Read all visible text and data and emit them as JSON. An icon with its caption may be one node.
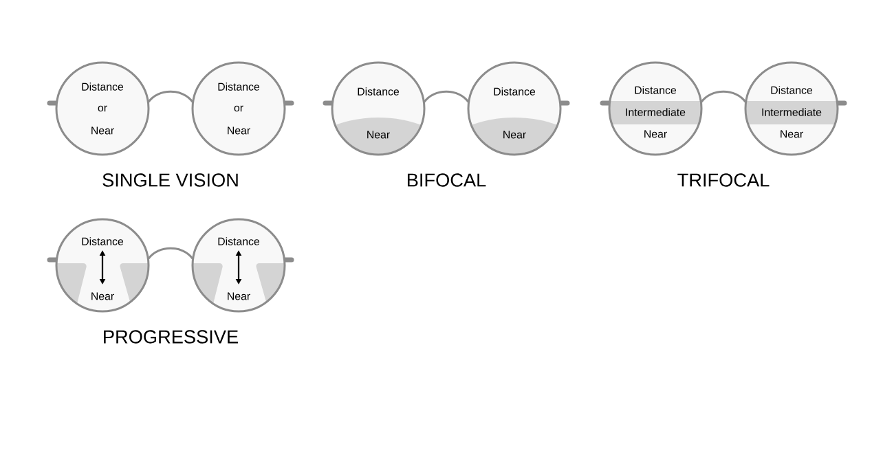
{
  "diagram": {
    "nodes": [
      {
        "text": [
          "Distance",
          "or",
          "Near"
        ]
      },
      {
        "text": [
          "Distance",
          "or",
          "Near"
        ]
      },
      {
        "text": [
          "Distance",
          "Near"
        ]
      },
      {
        "text": [
          "Distance",
          "Near"
        ]
      },
      {
        "text": [
          "Distance",
          "Intermediate",
          "Near"
        ]
      },
      {
        "text": [
          "Distance",
          "Intermediate",
          "Near"
        ]
      },
      {
        "text": [
          "Distance",
          "Near"
        ]
      },
      {
        "text": [
          "Distance",
          "Near"
        ]
      }
    ],
    "edges": [
      {
        "from": 0,
        "to": 1,
        "arrow": "none"
      },
      {
        "from": 2,
        "to": 3,
        "arrow": "none"
      },
      {
        "from": 4,
        "to": 5,
        "arrow": "none"
      },
      {
        "from": 6,
        "to": 7,
        "arrow": "none"
      }
    ],
    "labels": [
      "SINGLE VISION",
      "BIFOCAL",
      "TRIFOCAL",
      "PROGRESSIVE"
    ]
  }
}
